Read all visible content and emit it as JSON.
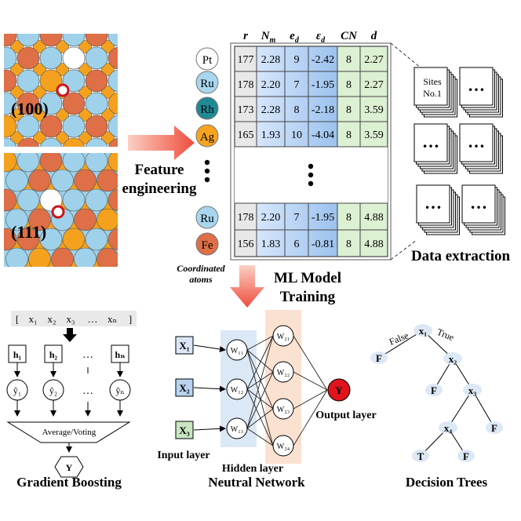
{
  "surfaces": [
    {
      "label": "(100)",
      "palette": [
        "#de6f47",
        "#9fd2ea",
        "#f4a11d",
        "#ffffff"
      ]
    },
    {
      "label": "(111)",
      "palette": [
        "#de6f47",
        "#9fd2ea",
        "#f4a11d",
        "#ffffff"
      ]
    }
  ],
  "feature_engineering": {
    "line1": "Feature",
    "line2": "engineering",
    "color": "#e0141b"
  },
  "atoms": [
    {
      "symbol": "Pt",
      "color": "#ffffff"
    },
    {
      "symbol": "Ru",
      "color": "#a8d6ee"
    },
    {
      "symbol": "Rh",
      "color": "#1e8a96"
    },
    {
      "symbol": "Ag",
      "color": "#f5a321"
    },
    {
      "symbol": "Ru",
      "color": "#a8d6ee"
    },
    {
      "symbol": "Fe",
      "color": "#de6f47"
    }
  ],
  "coordinated_atoms": {
    "line1": "Coordinated",
    "line2": "atoms"
  },
  "table": {
    "headers": [
      {
        "main": "r",
        "sub": ""
      },
      {
        "main": "N",
        "sub": "m"
      },
      {
        "main": "e",
        "sub": "d"
      },
      {
        "main": "ε",
        "sub": "d"
      },
      {
        "main": "CN",
        "sub": ""
      },
      {
        "main": "d",
        "sub": ""
      }
    ],
    "rows_top": [
      [
        "177",
        "2.28",
        "9",
        "-2.42",
        "8",
        "2.27"
      ],
      [
        "178",
        "2.20",
        "7",
        "-1.95",
        "8",
        "2.27"
      ],
      [
        "173",
        "2.28",
        "8",
        "-2.18",
        "8",
        "3.59"
      ],
      [
        "165",
        "1.93",
        "10",
        "-4.04",
        "8",
        "3.59"
      ]
    ],
    "rows_bottom": [
      [
        "178",
        "2.20",
        "7",
        "-1.95",
        "8",
        "4.88"
      ],
      [
        "156",
        "1.83",
        "6",
        "-0.81",
        "8",
        "4.88"
      ]
    ]
  },
  "sites_label": {
    "line1": "Sites",
    "line2": "No.1"
  },
  "data_extraction": {
    "text": "Data extraction",
    "color": "#e0141b"
  },
  "ml_training": {
    "line1": "ML Model",
    "line2": "Training",
    "color": "#e0141b"
  },
  "gradient_boosting": {
    "input_vector": [
      "[",
      "x₁",
      "x₂",
      "x₃",
      "…",
      "xₙ",
      "]"
    ],
    "learners": [
      "h₁",
      "h₂",
      "…",
      "hₙ"
    ],
    "predictions": [
      "ŷ₁",
      "ŷ₂",
      "…",
      "ŷₙ"
    ],
    "combine_label": "Average/Voting",
    "output": "Y",
    "title": "Gradient Boosting"
  },
  "neural_network": {
    "inputs": [
      "X₁",
      "X₂",
      "X₃"
    ],
    "layer1": [
      "W₁₁",
      "W₁₂",
      "W₁₃"
    ],
    "layer2": [
      "W₂₁",
      "W₂₂",
      "W₂₃",
      "W₂₄"
    ],
    "output": "Y",
    "input_label": "Input layer",
    "hidden_label": "Hidden layer",
    "output_label": "Output layer",
    "title": "Neutral Network"
  },
  "decision_tree": {
    "nodes": [
      "x₁",
      "x₂",
      "x₃",
      "x₄"
    ],
    "false_label": "False",
    "true_label": "True",
    "leaves": [
      "F",
      "F",
      "F",
      "T",
      "F"
    ],
    "false_color": "#5a9a3a",
    "true_color": "#d0141b",
    "title": "Decision Trees"
  }
}
